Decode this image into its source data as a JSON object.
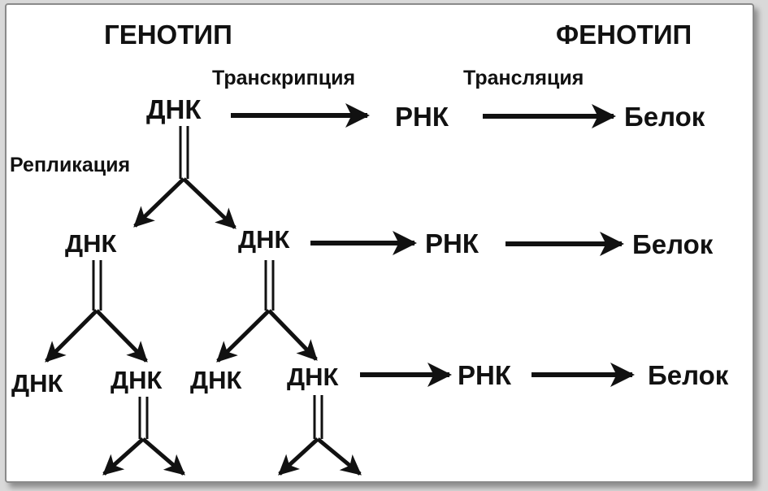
{
  "headers": {
    "genotype": "ГЕНОТИП",
    "phenotype": "ФЕНОТИП"
  },
  "processes": {
    "transcription": "Транскрипция",
    "translation": "Трансляция",
    "replication": "Репликация"
  },
  "molecules": {
    "dna": "ДНК",
    "rna": "РНК",
    "protein": "Белок"
  }
}
